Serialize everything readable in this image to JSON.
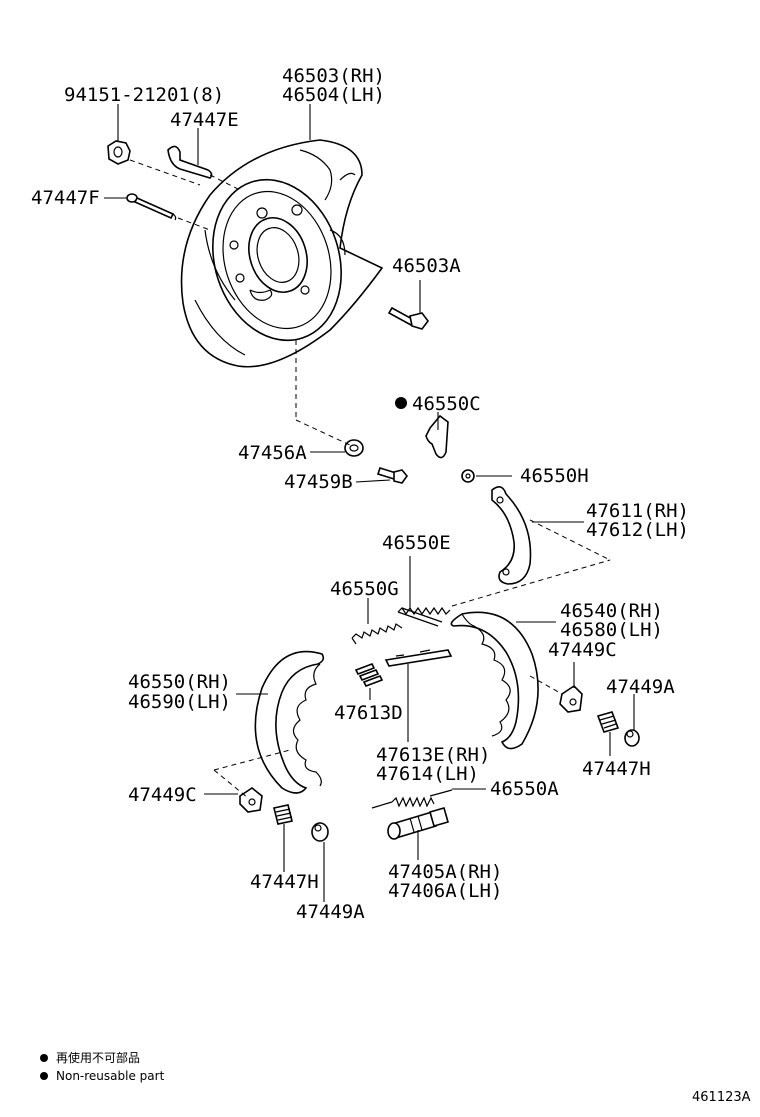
{
  "labels": {
    "p94151": "94151-21201(8)",
    "p46503": "46503(RH)",
    "p46504": "46504(LH)",
    "p47447E": "47447E",
    "p47447F": "47447F",
    "p46503A": "46503A",
    "p46550C": "46550C",
    "p47456A": "47456A",
    "p47459B": "47459B",
    "p46550H": "46550H",
    "p47611": "47611(RH)",
    "p47612": "47612(LH)",
    "p46550E": "46550E",
    "p46550G": "46550G",
    "p46540": "46540(RH)",
    "p46580": "46580(LH)",
    "p47449C_r": "47449C",
    "p47449A_r": "47449A",
    "p46550": "46550(RH)",
    "p46590": "46590(LH)",
    "p47613D": "47613D",
    "p47613E": "47613E(RH)",
    "p47614": "47614(LH)",
    "p47447H_r": "47447H",
    "p46550A": "46550A",
    "p47449C_l": "47449C",
    "p47447H_l": "47447H",
    "p47405A": "47405A(RH)",
    "p47406A": "47406A(LH)",
    "p47449A_l": "47449A"
  },
  "legend": {
    "cn": "再使用不可部品",
    "en": "Non-reusable part"
  },
  "diagram_code": "461123A"
}
